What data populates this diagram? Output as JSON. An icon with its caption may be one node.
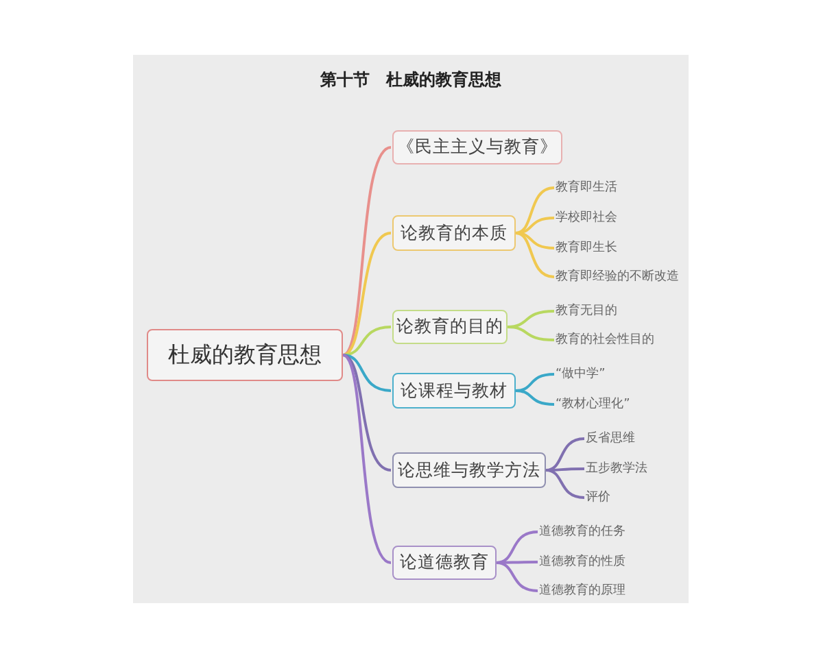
{
  "diagram": {
    "title": "第十节　杜威的教育思想",
    "nodes": [
      {
        "text": [
          "杜威的教育思想"
        ]
      },
      {
        "text": [
          "《民主主义与教育》"
        ]
      },
      {
        "text": [
          "论教育的本质"
        ]
      },
      {
        "text": [
          "教育即生活"
        ]
      },
      {
        "text": [
          "学校即社会"
        ]
      },
      {
        "text": [
          "教育即生长"
        ]
      },
      {
        "text": [
          "教育即经验的不断改造"
        ]
      },
      {
        "text": [
          "论教育的目的"
        ]
      },
      {
        "text": [
          "教育无目的"
        ]
      },
      {
        "text": [
          "教育的社会性目的"
        ]
      },
      {
        "text": [
          "论课程与教材"
        ]
      },
      {
        "text": [
          "“做中学”"
        ]
      },
      {
        "text": [
          "“教材心理化”"
        ]
      },
      {
        "text": [
          "论思维与教学方法"
        ]
      },
      {
        "text": [
          "反省思维"
        ]
      },
      {
        "text": [
          "五步教学法"
        ]
      },
      {
        "text": [
          "评价"
        ]
      },
      {
        "text": [
          "论道德教育"
        ]
      },
      {
        "text": [
          "道德教育的任务"
        ]
      },
      {
        "text": [
          "道德教育的性质"
        ]
      },
      {
        "text": [
          "道德教育的原理"
        ]
      }
    ],
    "edges": [
      {
        "from": 0,
        "to": 1,
        "arrow": "none",
        "color": "#e8908c"
      },
      {
        "from": 0,
        "to": 2,
        "arrow": "none",
        "color": "#f0c850"
      },
      {
        "from": 2,
        "to": 3,
        "arrow": "none",
        "color": "#f0c850"
      },
      {
        "from": 2,
        "to": 4,
        "arrow": "none",
        "color": "#f0c850"
      },
      {
        "from": 2,
        "to": 5,
        "arrow": "none",
        "color": "#f0c850"
      },
      {
        "from": 2,
        "to": 6,
        "arrow": "none",
        "color": "#f0c850"
      },
      {
        "from": 0,
        "to": 7,
        "arrow": "none",
        "color": "#b8d860"
      },
      {
        "from": 7,
        "to": 8,
        "arrow": "none",
        "color": "#b8d860"
      },
      {
        "from": 7,
        "to": 9,
        "arrow": "none",
        "color": "#b8d860"
      },
      {
        "from": 0,
        "to": 10,
        "arrow": "none",
        "color": "#3aa8c8"
      },
      {
        "from": 10,
        "to": 11,
        "arrow": "none",
        "color": "#3aa8c8"
      },
      {
        "from": 10,
        "to": 12,
        "arrow": "none",
        "color": "#3aa8c8"
      },
      {
        "from": 0,
        "to": 13,
        "arrow": "none",
        "color": "#8070b0"
      },
      {
        "from": 13,
        "to": 14,
        "arrow": "none",
        "color": "#8070b0"
      },
      {
        "from": 13,
        "to": 15,
        "arrow": "none",
        "color": "#8070b0"
      },
      {
        "from": 13,
        "to": 16,
        "arrow": "none",
        "color": "#8070b0"
      },
      {
        "from": 0,
        "to": 17,
        "arrow": "none",
        "color": "#9a78c8"
      },
      {
        "from": 17,
        "to": 18,
        "arrow": "none",
        "color": "#9a78c8"
      },
      {
        "from": 17,
        "to": 19,
        "arrow": "none",
        "color": "#9a78c8"
      },
      {
        "from": 17,
        "to": 20,
        "arrow": "none",
        "color": "#9a78c8"
      }
    ]
  }
}
